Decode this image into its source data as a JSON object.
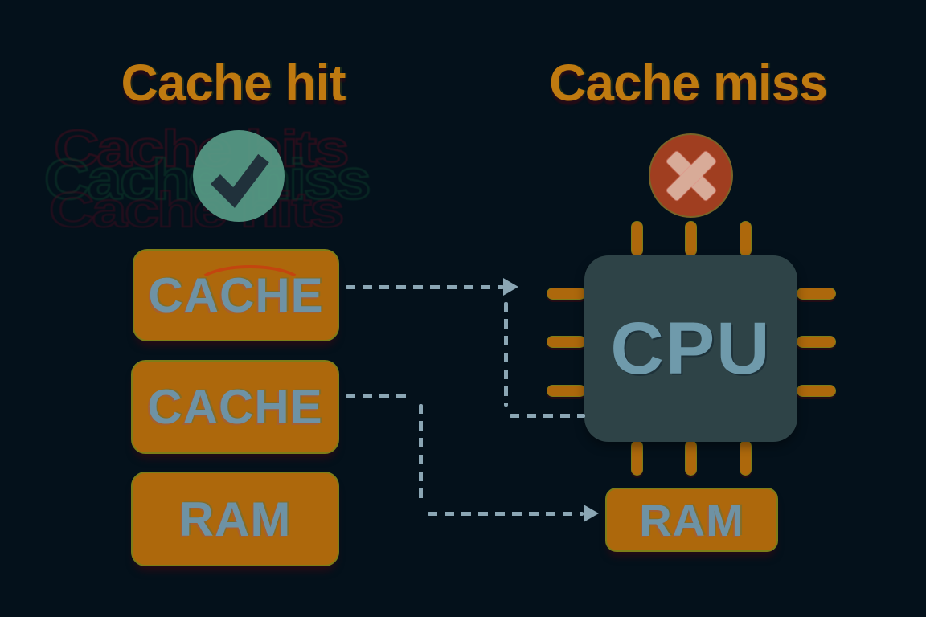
{
  "left": {
    "title": "Cache hit",
    "status_icon": "check-circle",
    "ghost_layers": [
      "Cache hits",
      "Cache miss",
      "Cache hits"
    ],
    "boxes": [
      {
        "label": "CACHE"
      },
      {
        "label": "CACHE"
      },
      {
        "label": "RAM"
      }
    ]
  },
  "right": {
    "title": "Cache miss",
    "status_icon": "cross-circle",
    "cpu": {
      "label": "CPU"
    },
    "ram": {
      "label": "RAM"
    }
  },
  "colors": {
    "background": "#04111b",
    "title_orange": "#bf7a10",
    "box_orange": "#ad680c",
    "box_border_olive": "#7d7d18",
    "box_text_blue": "#6e92a4",
    "cpu_body": "#2e4347",
    "cpu_text": "#6f9aab",
    "dash_blue": "#8ba6b4",
    "check_teal": "#589b87",
    "check_mark_dark": "#20313b",
    "cross_red": "#a03e20",
    "cross_x_pink": "#d8ab98"
  }
}
